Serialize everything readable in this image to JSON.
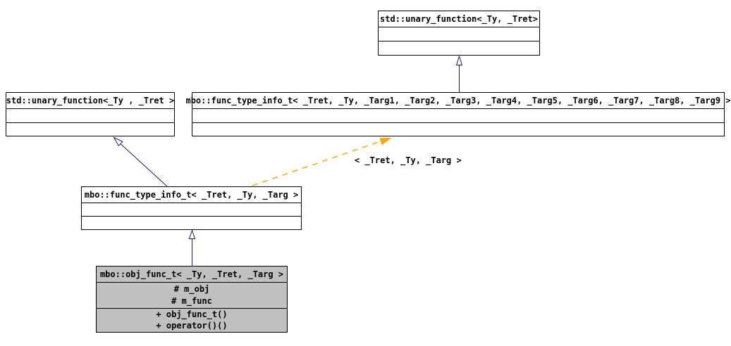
{
  "nodes": [
    {
      "title": "std::unary_function<_Ty, _Tret>"
    },
    {
      "title": "std::unary_function<_Ty , _Tret >"
    },
    {
      "title": "mbo::func_type_info_t< _Tret, _Ty, _Targ1, _Targ2, _Targ3, _Targ4, _Targ5, _Targ6, _Targ7, _Targ8, _Targ9 >"
    },
    {
      "title": "mbo::func_type_info_t< _Tret, _Ty, _Targ >"
    },
    {
      "title": "mbo::obj_func_t< _Ty, _Tret, _Targ >",
      "attributes": [
        "# m_obj",
        "# m_func"
      ],
      "methods": [
        "+ obj_func_t()",
        "+ operator()()"
      ]
    }
  ],
  "edges": {
    "template_label": "< _Tret, _Ty, _Targ >"
  },
  "colors": {
    "inheritance_arrow": "#191970",
    "template_arrow": "#ffa500",
    "node_border": "#000000",
    "node_fill": "#ffffff",
    "focus_node_fill": "#c0c0c0",
    "background": "#ffffff",
    "text": "#000000"
  }
}
